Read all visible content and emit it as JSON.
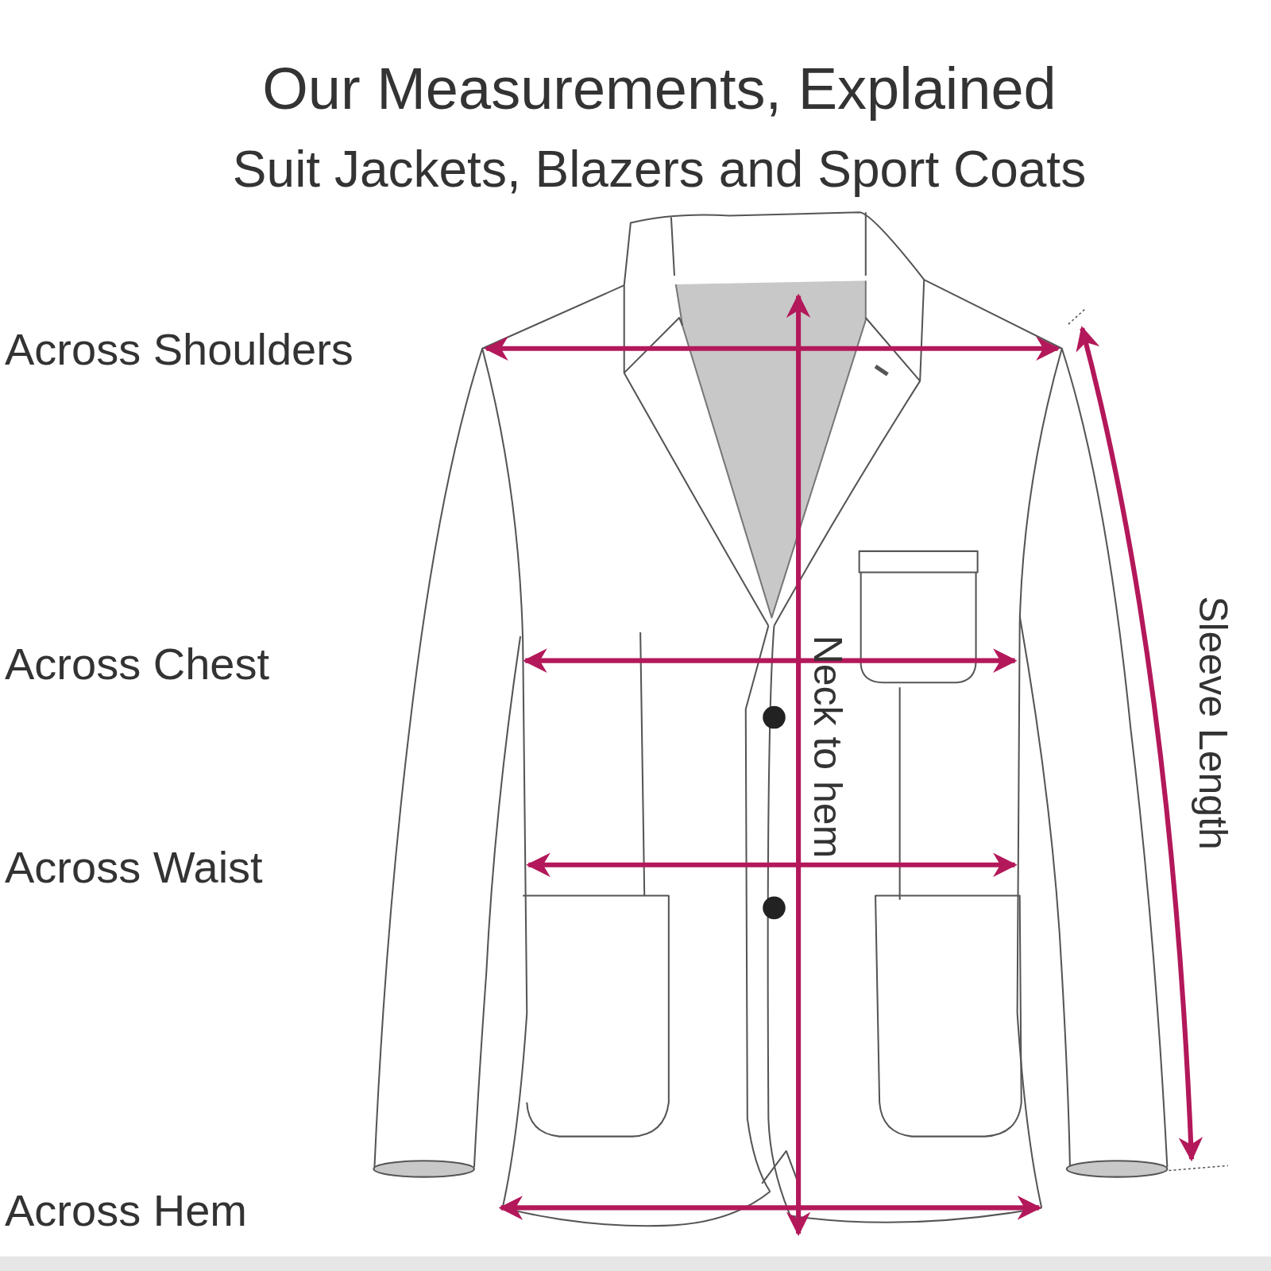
{
  "diagram": {
    "title": "Our Measurements, Explained",
    "labels": [
      "Suit Jackets, Blazers and Sport Coats",
      "Across Shoulders",
      "Across Chest",
      "Across Waist",
      "Across Hem",
      "Neck to hem",
      "Sleeve Length"
    ]
  }
}
